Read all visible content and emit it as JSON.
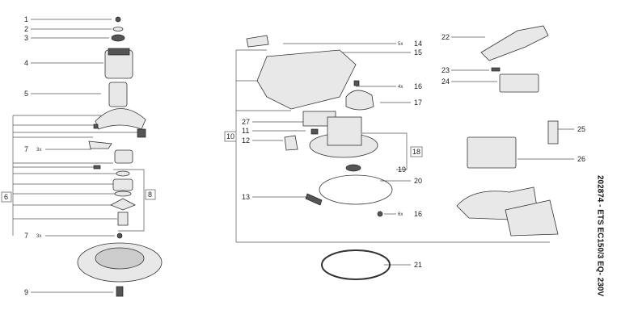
{
  "title": "202874 - ETS EC150/3 EQ- 230V",
  "labels": {
    "p1": "1",
    "p2": "2",
    "p3": "3",
    "p4": "4",
    "p5": "5",
    "p6": "6",
    "p7a": "7",
    "p7b": "7",
    "p8": "8",
    "p9": "9",
    "p10": "10",
    "p11": "11",
    "p12": "12",
    "p13": "13",
    "p14": "14",
    "p15": "15",
    "p16a": "16",
    "p16b": "16",
    "p17": "17",
    "p18": "18",
    "p19": "19",
    "p20": "20",
    "p21": "21",
    "p22": "22",
    "p23": "23",
    "p24": "24",
    "p25": "25",
    "p26": "26",
    "p27": "27"
  },
  "quantities": {
    "q7a": "3x",
    "q7b": "3x",
    "q14": "5x",
    "q16a": "4x",
    "q16b": "6x"
  }
}
